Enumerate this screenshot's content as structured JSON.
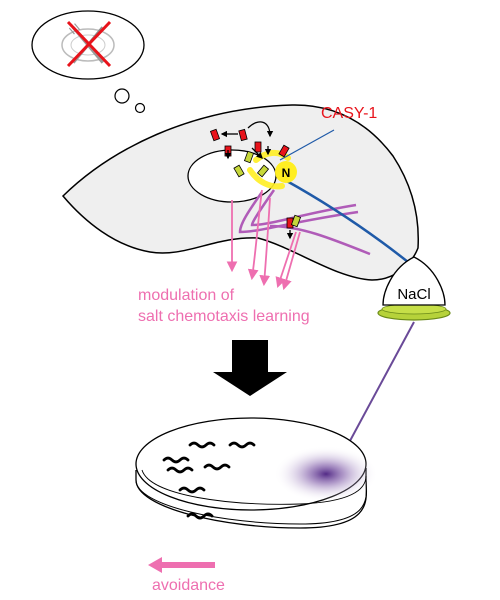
{
  "labels": {
    "protein": "CASY-1",
    "nucleus": "N",
    "modulation_line1": "modulation of",
    "modulation_line2": "salt chemotaxis learning",
    "stimulus": "NaCl",
    "behavior": "avoidance"
  },
  "colors": {
    "pink": "#ee6fb0",
    "casy1_red": "#e8131b",
    "yellow": "#ffee22",
    "purple_neurite": "#b05cb8",
    "blue_axon": "#1f5aa8",
    "cell_body_gray": "#efefef",
    "salt_purple": "#5a2f8a",
    "rim_green": "#b6d23a"
  },
  "icons": {
    "thought": "crossed-fork-knife-plate-icon",
    "down_arrow": "down-arrow-icon",
    "left_arrow": "left-arrow-icon"
  }
}
